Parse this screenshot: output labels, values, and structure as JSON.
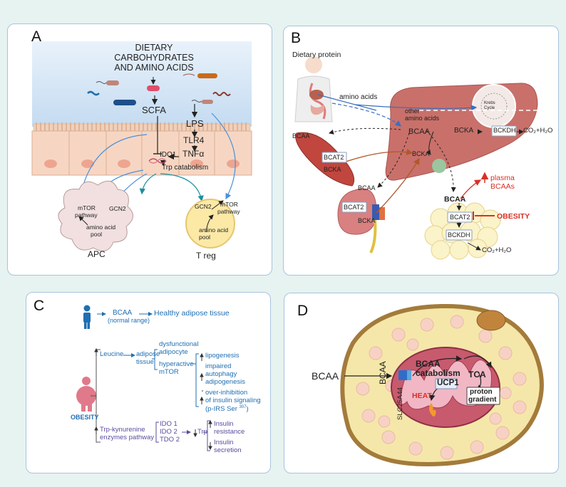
{
  "panel_a": {
    "label": "A",
    "diet_line1": "DIETARY",
    "diet_line2": "CARBOHYDRATES",
    "diet_line3": "AND AMINO ACIDS",
    "scfa": "SCFA",
    "lps": "LPS",
    "tlr4": "TLR4",
    "ido1": "IDO1",
    "tnfa": "TNFα",
    "trp_catabolism": "Trp catabolism",
    "apc_mtor1": "mTOR",
    "apc_mtor2": "pathway",
    "apc_gcn2": "GCN2",
    "apc_pool1": "amino acid",
    "apc_pool2": "pool",
    "apc": "APC",
    "treg_gcn2": "GCN2",
    "treg_mtor1": "mTOR",
    "treg_mtor2": "pathway",
    "treg_pool1": "amino acid",
    "treg_pool2": "pool",
    "treg": "T reg"
  },
  "panel_b": {
    "label": "B",
    "dietary_protein": "Dietary protein",
    "amino_acids": "amino acids",
    "other_aa1": "other",
    "other_aa2": "amino acids",
    "bcaa_liver": "BCAA",
    "bckdh_liver": "BCKDH",
    "bcka_liver_right": "BCKA",
    "co2_liver": "CO₂+H₂O",
    "bcaa_muscle": "BCAA",
    "bcat2_muscle": "BCAT2",
    "bcka_muscle": "BCKA",
    "bcka_center": "BCKA",
    "bcaa_kidney": "BCAA",
    "bcat2_kidney": "BCAT2",
    "bcka_kidney": "BCKA",
    "plasma1": "plasma",
    "plasma2": "BCAAs",
    "bcaa_adipose": "BCAA",
    "bcat2_adipose": "BCAT2",
    "bckdh_adipose": "BCKDH",
    "obesity": "OBESITY",
    "co2_adipose": "CO₂+H₂O",
    "krebs1": "Krebs",
    "krebs2": "Cycle"
  },
  "panel_c": {
    "label": "C",
    "bcaa": "BCAA",
    "normal_range": "(normal range)",
    "healthy": "Healthy adipose tissue",
    "obesity": "OBESITY",
    "leucine": "Leucine",
    "adipose1": "adipose",
    "adipose2": "tissue",
    "dysfunctional1": "dysfunctional",
    "dysfunctional2": "adipocyte",
    "hyperactive1": "hyperactive",
    "hyperactive2": "mTOR",
    "lipogenesis": "lipogenesis",
    "impaired1": "impaired",
    "impaired2": "autophagy",
    "impaired3": "adipogenesis",
    "overinhib1": "over-inhibition",
    "overinhib2": "of insulin signaling",
    "overinhib3": "(p-IRS Ser",
    "overinhib_sup": "307",
    "overinhib_close": ")",
    "trp_kyn1": "Trp-kynurenine",
    "trp_kyn2": "enzymes pathway",
    "ido1": "IDO 1",
    "ido2": "IDO 2",
    "tdo2": "TDO 2",
    "trp": "Trp",
    "insulin_res1": "Insulin",
    "insulin_res2": "resistance",
    "insulin_sec1": "Insulin",
    "insulin_sec2": "secretion"
  },
  "panel_d": {
    "label": "D",
    "bcaa_outer": "BCAA",
    "bcaa_inner": "BCAA",
    "slc": "SLC25A44",
    "bcaa_cat1": "BCAA",
    "bcaa_cat2": "catabolism",
    "tca": "TCA",
    "ucp1": "UCP1",
    "heat": "HEAT",
    "proton1": "proton",
    "proton2": "gradient"
  },
  "colors": {
    "blue_text": "#1f6fb2",
    "red_text": "#d93025",
    "purple_text": "#5b4b9e",
    "liver": "#c9706a",
    "adipocyte_bg": "#f5e7a9"
  }
}
